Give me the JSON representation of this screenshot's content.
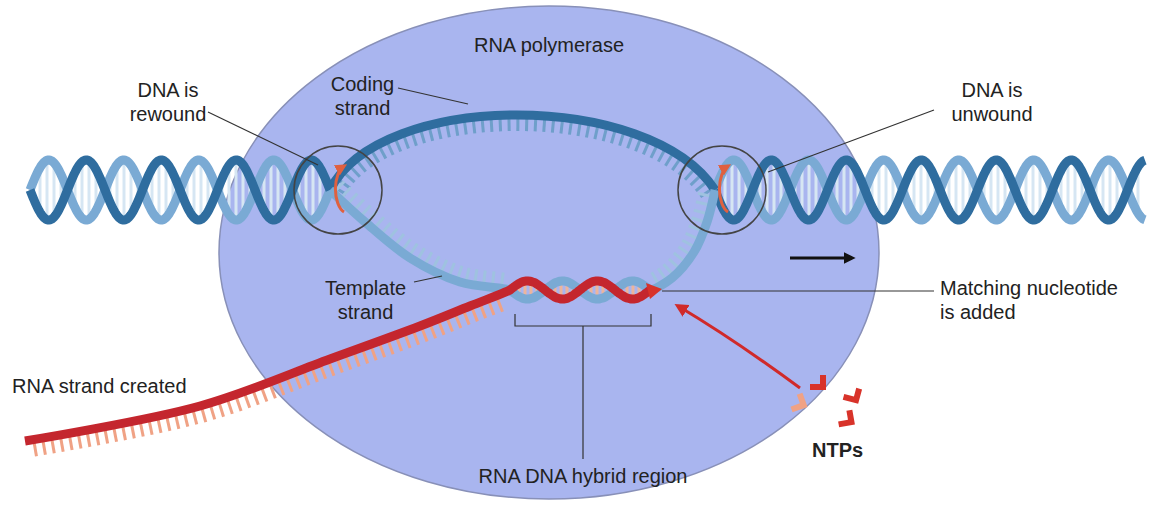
{
  "diagram": {
    "nodes": [
      {
        "text": [
          "RNA polymerase"
        ]
      }
    ],
    "labels": [
      "DNA is rewound",
      "Coding strand",
      "DNA is unwound",
      "Template strand",
      "Matching nucleotide is added",
      "RNA strand created",
      "NTPs",
      "RNA DNA hybrid region"
    ]
  }
}
